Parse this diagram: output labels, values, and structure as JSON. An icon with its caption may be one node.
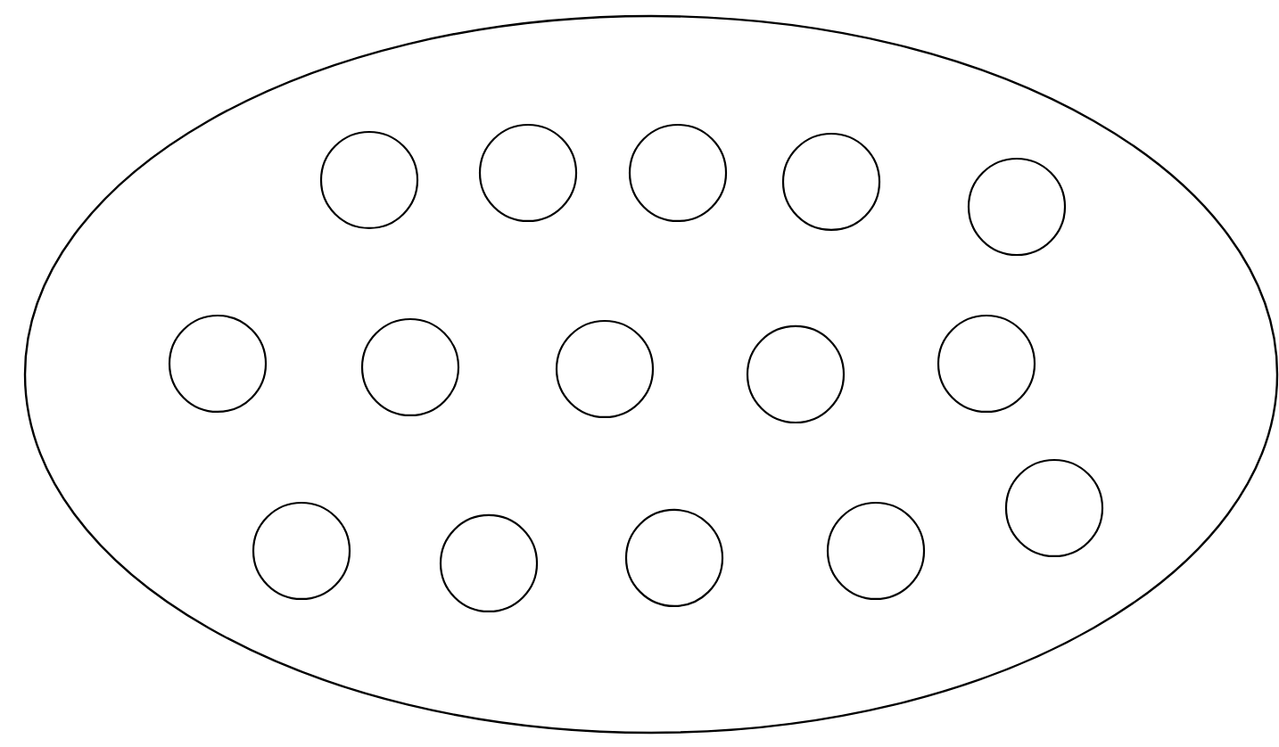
{
  "diagram": {
    "nodes": [
      {
        "text": [],
        "shape": "ellipse"
      },
      {
        "text": [],
        "shape": "circle",
        "in": 0
      },
      {
        "text": [],
        "shape": "circle",
        "in": 0
      },
      {
        "text": [],
        "shape": "circle",
        "in": 0
      },
      {
        "text": [],
        "shape": "circle",
        "in": 0
      },
      {
        "text": [],
        "shape": "circle",
        "in": 0
      },
      {
        "text": [],
        "shape": "circle",
        "in": 0
      },
      {
        "text": [],
        "shape": "circle",
        "in": 0
      },
      {
        "text": [],
        "shape": "circle",
        "in": 0
      },
      {
        "text": [],
        "shape": "circle",
        "in": 0
      },
      {
        "text": [],
        "shape": "circle",
        "in": 0
      },
      {
        "text": [],
        "shape": "circle",
        "in": 0
      },
      {
        "text": [],
        "shape": "circle",
        "in": 0
      },
      {
        "text": [],
        "shape": "circle",
        "in": 0
      },
      {
        "text": [],
        "shape": "circle",
        "in": 0
      },
      {
        "text": [],
        "shape": "circle",
        "in": 0
      }
    ]
  }
}
